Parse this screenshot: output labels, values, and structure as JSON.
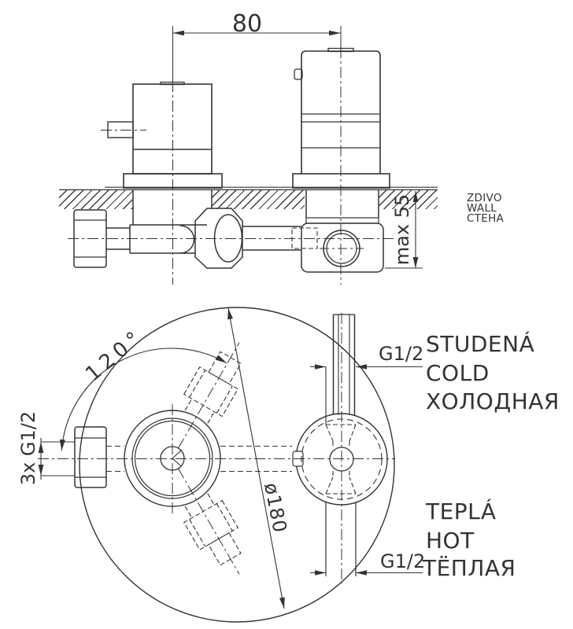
{
  "title": "Concealed three-way mixer valve installation drawing",
  "dims": {
    "spacing": "80",
    "depth": "max 55",
    "diameter": "ø180",
    "angle": "120°",
    "thread_count": "3x G1/2",
    "thread_cold": "G1/2",
    "thread_hot": "G1/2"
  },
  "wall": {
    "l1": "ZDIVO",
    "l2": "WALL",
    "l3": "СТЕНА"
  },
  "cold": {
    "l1": "STUDENÁ",
    "l2": "COLD",
    "l3": "ХОЛОДНАЯ"
  },
  "hot": {
    "l1": "TEPLÁ",
    "l2": "HOT",
    "l3": "ТЁПЛАЯ"
  }
}
